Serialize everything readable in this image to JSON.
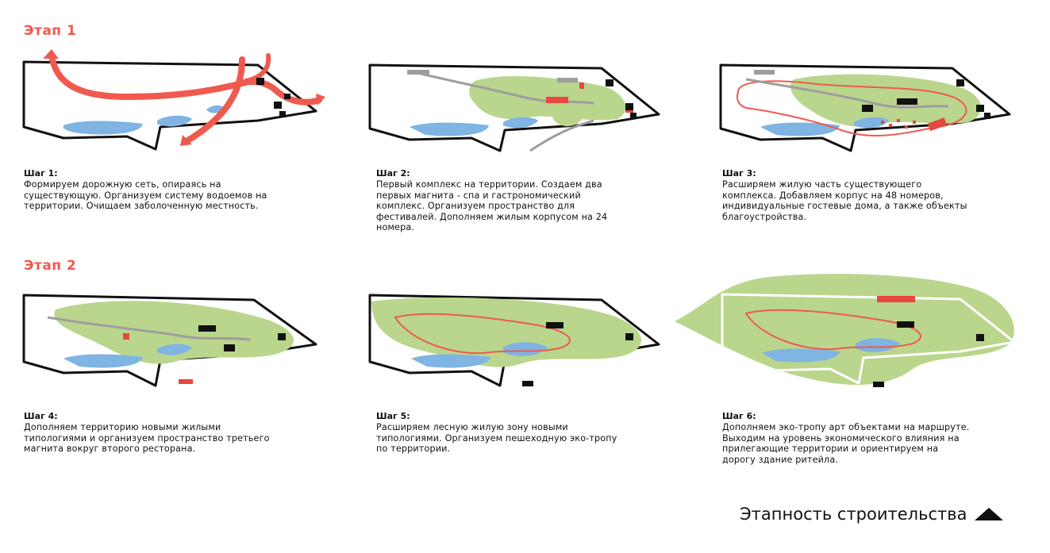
{
  "stages": [
    {
      "title": "Этап 1"
    },
    {
      "title": "Этап 2"
    }
  ],
  "steps": [
    {
      "title": "Шаг 1:",
      "text": "Формируем дорожную сеть, опираясь на\nсуществующую.  Организуем систему водоемов на\nтерритории. Очищаем заболоченную местность."
    },
    {
      "title": "Шаг 2:",
      "text": "Первый комплекс на территории. Создаем два\nпервых магнита - спа и гастрономический\nкомплекс. Организуем пространство для\nфестивалей. Дополняем жилым корпусом на 24\nномера."
    },
    {
      "title": "Шаг 3:",
      "text": "Расширяем жилую часть существующего\nкомплекса. Добавляем корпус на 48 номеров,\nиндивидуальные гостевые дома, а также объекты\nблагоустройства."
    },
    {
      "title": "Шаг 4:",
      "text": "Дополняем территорию новыми жилыми\nтипологиями и организуем пространство третьего\nмагнита вокруг второго ресторана."
    },
    {
      "title": "Шаг 5:",
      "text": "Расширяем лесную жилую зону новыми\nтипологиями. Организуем пешеходную эко-тропу\nпо территории."
    },
    {
      "title": "Шаг 6:",
      "text": "Дополняем эко-тропу арт объектами на маршруте.\nВыходим на уровень экономического влияния на\nприлегающие территории и ориентируем на\nдорогу здание ритейла."
    }
  ],
  "footer": {
    "label": "Этапность строительства",
    "icon": "triangle-up-icon"
  },
  "colors": {
    "accent": "#ef5a4f",
    "water": "#7fb4e3",
    "green": "#b9d68c",
    "road": "#9e9e9e",
    "building": "#111111",
    "new_building": "#e8463f"
  }
}
